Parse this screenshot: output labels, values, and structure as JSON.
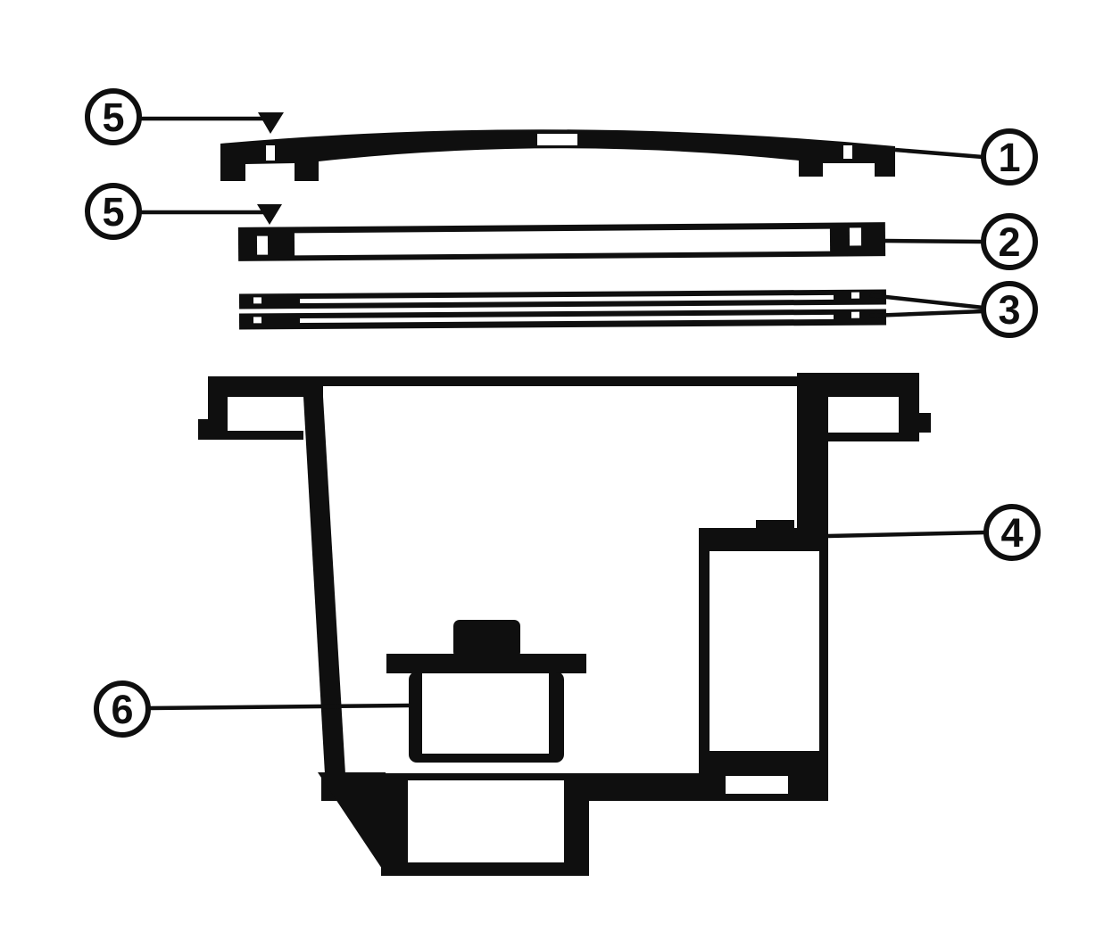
{
  "figure": {
    "type": "exploded-parts-diagram",
    "background_color": "#ffffff",
    "ink_color": "#0f0f0f",
    "callouts": [
      {
        "id": "callout-5-upper",
        "label": "5"
      },
      {
        "id": "callout-5-lower",
        "label": "5"
      },
      {
        "id": "callout-1",
        "label": "1"
      },
      {
        "id": "callout-2",
        "label": "2"
      },
      {
        "id": "callout-3",
        "label": "3"
      },
      {
        "id": "callout-4",
        "label": "4"
      },
      {
        "id": "callout-6",
        "label": "6"
      }
    ]
  }
}
